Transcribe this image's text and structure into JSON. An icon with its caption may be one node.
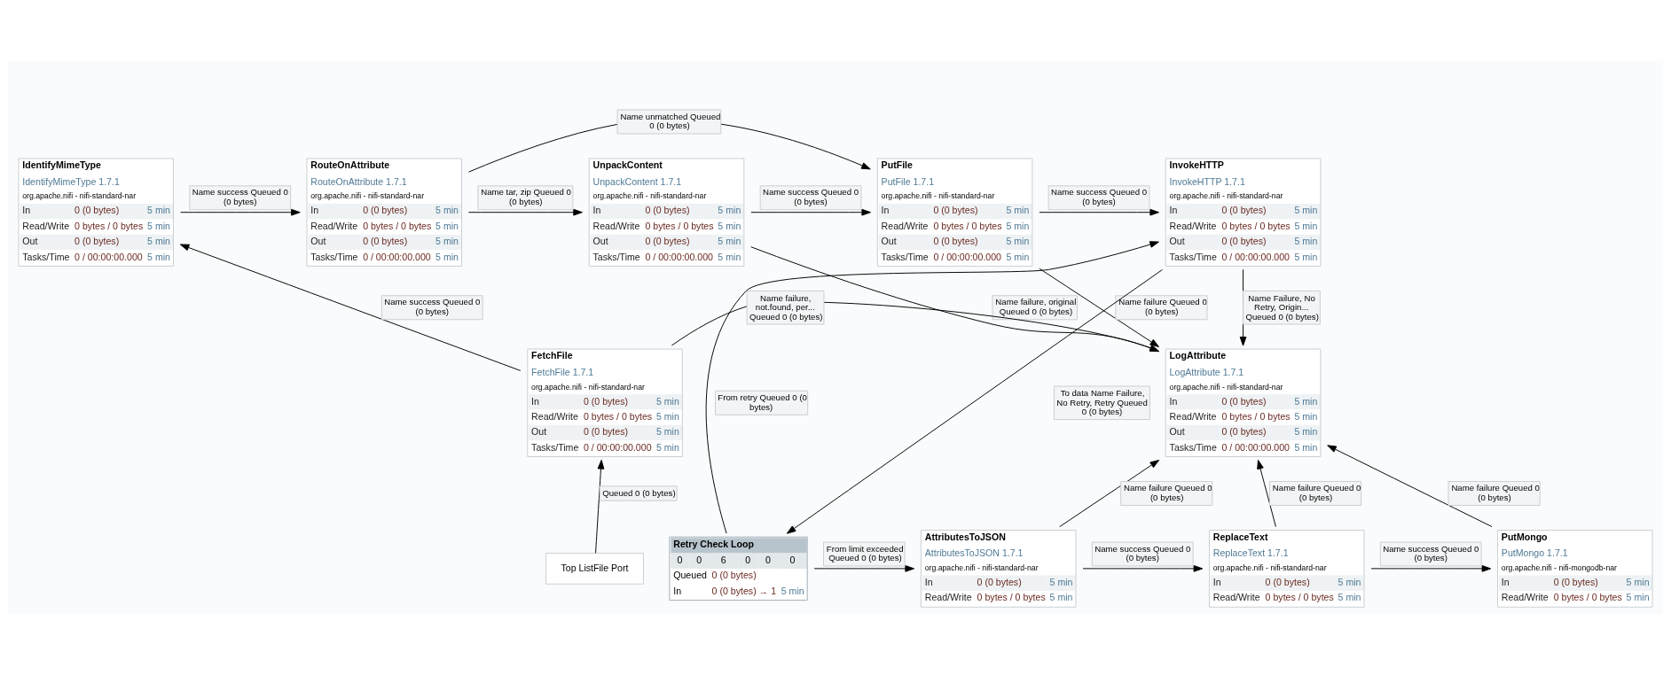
{
  "diagram": {
    "nodes": [
      {
        "text": [
          "IdentifyMimeType",
          "IdentifyMimeType 1.7.1",
          "org.apache.nifi - nifi-standard-nar",
          "In",
          "0 (0 bytes)",
          "5 min",
          "Read/Write",
          "0 bytes / 0 bytes",
          "5 min",
          "Out",
          "0 (0 bytes)",
          "5 min",
          "Tasks/Time",
          "0 / 00:00:00.000",
          "5 min"
        ]
      },
      {
        "text": [
          "RouteOnAttribute",
          "RouteOnAttribute 1.7.1",
          "org.apache.nifi - nifi-standard-nar",
          "In",
          "0 (0 bytes)",
          "5 min",
          "Read/Write",
          "0 bytes / 0 bytes",
          "5 min",
          "Out",
          "0 (0 bytes)",
          "5 min",
          "Tasks/Time",
          "0 / 00:00:00.000",
          "5 min"
        ]
      },
      {
        "text": [
          "UnpackContent",
          "UnpackContent 1.7.1",
          "org.apache.nifi - nifi-standard-nar",
          "In",
          "0 (0 bytes)",
          "5 min",
          "Read/Write",
          "0 bytes / 0 bytes",
          "5 min",
          "Out",
          "0 (0 bytes)",
          "5 min",
          "Tasks/Time",
          "0 / 00:00:00.000",
          "5 min"
        ]
      },
      {
        "text": [
          "PutFile",
          "PutFile 1.7.1",
          "org.apache.nifi - nifi-standard-nar",
          "In",
          "0 (0 bytes)",
          "5 min",
          "Read/Write",
          "0 bytes / 0 bytes",
          "5 min",
          "Out",
          "0 (0 bytes)",
          "5 min",
          "Tasks/Time",
          "0 / 00:00:00.000",
          "5 min"
        ]
      },
      {
        "text": [
          "InvokeHTTP",
          "InvokeHTTP 1.7.1",
          "org.apache.nifi - nifi-standard-nar",
          "In",
          "0 (0 bytes)",
          "5 min",
          "Read/Write",
          "0 bytes / 0 bytes",
          "5 min",
          "Out",
          "0 (0 bytes)",
          "5 min",
          "Tasks/Time",
          "0 / 00:00:00.000",
          "5 min"
        ]
      },
      {
        "text": [
          "FetchFile",
          "FetchFile 1.7.1",
          "org.apache.nifi - nifi-standard-nar",
          "In",
          "0 (0 bytes)",
          "5 min",
          "Read/Write",
          "0 bytes / 0 bytes",
          "5 min",
          "Out",
          "0 (0 bytes)",
          "5 min",
          "Tasks/Time",
          "0 / 00:00:00.000",
          "5 min"
        ]
      },
      {
        "text": [
          "LogAttribute",
          "LogAttribute 1.7.1",
          "org.apache.nifi - nifi-standard-nar",
          "In",
          "0 (0 bytes)",
          "5 min",
          "Read/Write",
          "0 bytes / 0 bytes",
          "5 min",
          "Out",
          "0 (0 bytes)",
          "5 min",
          "Tasks/Time",
          "0 / 00:00:00.000",
          "5 min"
        ]
      },
      {
        "text": [
          "Top ListFile Port"
        ]
      },
      {
        "text": [
          "PutMongo",
          "PutMongo 1.7.1",
          "org.apache.nifi - nifi-mongodb-nar",
          "In",
          "0 (0 bytes)",
          "5 min",
          "Read/Write",
          "0 bytes / 0 bytes",
          "5 min"
        ]
      },
      {
        "text": [
          "ReplaceText",
          "ReplaceText 1.7.1",
          "org.apache.nifi - nifi-standard-nar",
          "In",
          "0 (0 bytes)",
          "5 min",
          "Read/Write",
          "0 bytes / 0 bytes",
          "5 min"
        ]
      },
      {
        "text": [
          "AttributesToJSON",
          "AttributesToJSON 1.7.1",
          "org.apache.nifi - nifi-standard-nar",
          "In",
          "0 (0 bytes)",
          "5 min",
          "Read/Write",
          "0 bytes / 0 bytes",
          "5 min"
        ]
      },
      {
        "text": [
          "Retry Check Loop",
          "0",
          "0",
          "6",
          "0",
          "0",
          "0",
          "Queued",
          "0 (0 bytes)",
          "In",
          "0 (0 bytes) → 1",
          "5 min"
        ]
      }
    ],
    "edges": [
      {
        "from": 7,
        "to": 5,
        "arrow": "to",
        "label": "Queued 0 (0 bytes)"
      },
      {
        "from": 5,
        "to": 0,
        "arrow": "to",
        "label": "Name success Queued 0 (0 bytes)"
      },
      {
        "from": 0,
        "to": 1,
        "arrow": "to",
        "label": "Name success Queued 0 (0 bytes)"
      },
      {
        "from": 1,
        "to": 2,
        "arrow": "to",
        "label": "Name tar, zip Queued 0 (0 bytes)"
      },
      {
        "from": 1,
        "to": 3,
        "arrow": "to",
        "label": "Name unmatched Queued 0 (0 bytes)"
      },
      {
        "from": 2,
        "to": 3,
        "arrow": "to",
        "label": "Name success Queued 0 (0 bytes)"
      },
      {
        "from": 2,
        "to": 6,
        "arrow": "to",
        "label": "Name failure, original Queued 0 (0 bytes)"
      },
      {
        "from": 5,
        "to": 6,
        "arrow": "to",
        "label": "Name failure, not.found, per... Queued 0 (0 bytes)"
      },
      {
        "from": 3,
        "to": 4,
        "arrow": "to",
        "label": "Name success Queued 0 (0 bytes)"
      },
      {
        "from": 3,
        "to": 6,
        "arrow": "to",
        "label": "Name failure Queued 0 (0 bytes)"
      },
      {
        "from": 4,
        "to": 6,
        "arrow": "to",
        "label": "Name Failure, No Retry, Origin... Queued 0 (0 bytes)"
      },
      {
        "from": 4,
        "to": 11,
        "arrow": "to",
        "label": "To data Name Failure, No Retry, Retry Queued 0 (0 bytes)"
      },
      {
        "from": 11,
        "to": 4,
        "arrow": "to",
        "label": "From retry Queued 0 (0 bytes)"
      },
      {
        "from": 11,
        "to": 10,
        "arrow": "to",
        "label": "From limit exceeded Queued 0 (0 bytes)"
      },
      {
        "from": 10,
        "to": 9,
        "arrow": "to",
        "label": "Name success Queued 0 (0 bytes)"
      },
      {
        "from": 9,
        "to": 8,
        "arrow": "to",
        "label": "Name success Queued 0 (0 bytes)"
      },
      {
        "from": 8,
        "to": 6,
        "arrow": "to",
        "label": "Name failure Queued 0 (0 bytes)"
      },
      {
        "from": 9,
        "to": 6,
        "arrow": "to",
        "label": "Name failure Queued 0 (0 bytes)"
      },
      {
        "from": 10,
        "to": 6,
        "arrow": "to",
        "label": "Name failure Queued 0 (0 bytes)"
      }
    ]
  }
}
